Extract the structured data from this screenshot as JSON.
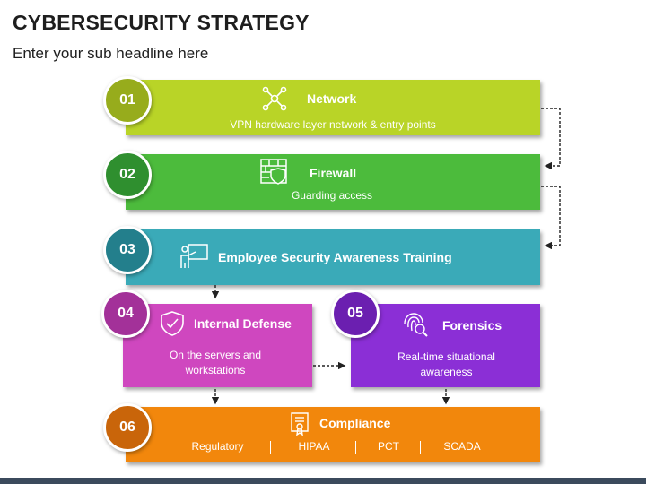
{
  "title": "CYBERSECURITY STRATEGY",
  "subtitle": "Enter your sub headline here",
  "steps": [
    {
      "number": "01",
      "title": "Network",
      "description": "VPN hardware layer network & entry points",
      "color": "#b9d427",
      "badge_color": "#97ac1c",
      "icon": "network-icon"
    },
    {
      "number": "02",
      "title": "Firewall",
      "description": "Guarding access",
      "color": "#4cbb3c",
      "badge_color": "#2f8f2f",
      "icon": "firewall-shield-icon"
    },
    {
      "number": "03",
      "title": "Employee Security Awareness Training",
      "description": "",
      "color": "#3aaab8",
      "badge_color": "#237f8c",
      "icon": "presentation-icon"
    },
    {
      "number": "04",
      "title": "Internal Defense",
      "description": "On the servers and workstations",
      "color": "#cf47bf",
      "badge_color": "#a33199",
      "icon": "shield-check-icon"
    },
    {
      "number": "05",
      "title": "Forensics",
      "description": "Real-time situational awareness",
      "color": "#8b2fd6",
      "badge_color": "#6b1fb0",
      "icon": "fingerprint-search-icon"
    },
    {
      "number": "06",
      "title": "Compliance",
      "description": "",
      "color": "#f2870c",
      "badge_color": "#c9650a",
      "icon": "certificate-icon",
      "items": [
        "Regulatory",
        "HIPAA",
        "PCT",
        "SCADA"
      ]
    }
  ]
}
